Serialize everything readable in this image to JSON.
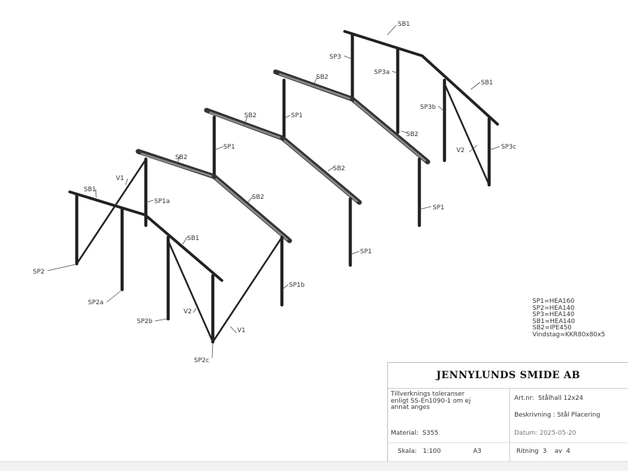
{
  "labels": {
    "sb1_back": "SB1",
    "sp3": "SP3",
    "sp3a": "SP3a",
    "sb1_back_r": "SB1",
    "sp3b": "SP3b",
    "v2_back": "V2",
    "sp3c": "SP3c",
    "sb2_back_r": "SB2",
    "sb2_f4": "SB2",
    "sp1_f4": "SP1",
    "sb2_f4_r": "SB2",
    "sp1_f4_r": "SP1",
    "sb2_f3": "SB2",
    "sp1_f3": "SP1",
    "sb2_f3_r": "SB2",
    "sp1_f3_r": "SP1",
    "sb2_f2": "SB2",
    "v1_top": "V1",
    "sp1a": "SP1a",
    "sp1b": "SP1b",
    "sb1_front": "SB1",
    "sb1_front_r": "SB1",
    "sp2": "SP2",
    "sp2a": "SP2a",
    "sp2b": "SP2b",
    "v2_front": "V2",
    "v1_front": "V1",
    "sp2c": "SP2c"
  },
  "specs": [
    "SP1=HEA160",
    "SP2=HEA140",
    "SP3=HEA140",
    "SB1=HEA140",
    "SB2=IPE450",
    "Vindstag=KKR80x80x5"
  ],
  "title_block": {
    "company": "JENNYLUNDS SMIDE AB",
    "tolerance": "Tillverknings toleranser enligt SS-En1090-1 om ej annat anges",
    "material_label": "Material:",
    "material": "S355",
    "scale_label": "Skala:",
    "scale": "1:100",
    "paper": "A3",
    "artnr_label": "Art.nr:",
    "artnr": "Stålhall 12x24",
    "desc_label": "Beskrivning :",
    "desc": "Stål Placering",
    "date_label": "Datum:",
    "date": "2025-05-20",
    "drawing_label": "Ritning",
    "drawing_no": "3",
    "of_label": "av",
    "drawing_total": "4"
  }
}
